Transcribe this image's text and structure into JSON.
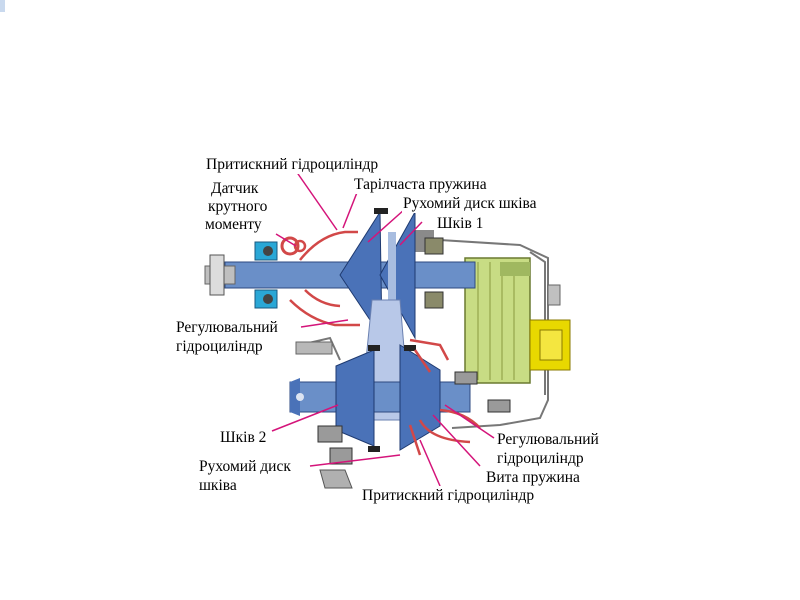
{
  "labels": {
    "press_cyl_top": "Притискний гідроциліндр",
    "torque_sensor": [
      "Датчик",
      "крутного",
      "моменту"
    ],
    "disc_spring": "Тарілчаста пружина",
    "movable_disc_top": "Рухомий диск шківа",
    "pulley_1": "Шків 1",
    "adj_cyl_left": [
      "Регулювальний",
      "гідроциліндр"
    ],
    "pulley_2": "Шків 2",
    "movable_disc_bottom": [
      "Рухомий диск",
      "шківа"
    ],
    "adj_cyl_right": [
      "Регулювальний",
      "гідроциліндр"
    ],
    "coil_spring": "Вита пружина",
    "press_cyl_bottom": "Притискний гідроциліндр"
  },
  "colors": {
    "leader": "#d4147a",
    "shaft_blue": "#6a8fc8",
    "pulley_blue": "#4a72b8",
    "hydraulic_red": "#d24848",
    "housing_grey": "#9a9a9a",
    "sensor_cyan": "#2aa7d6",
    "gearbox_green": "#c8dc84",
    "connector_yellow": "#e8d800"
  }
}
